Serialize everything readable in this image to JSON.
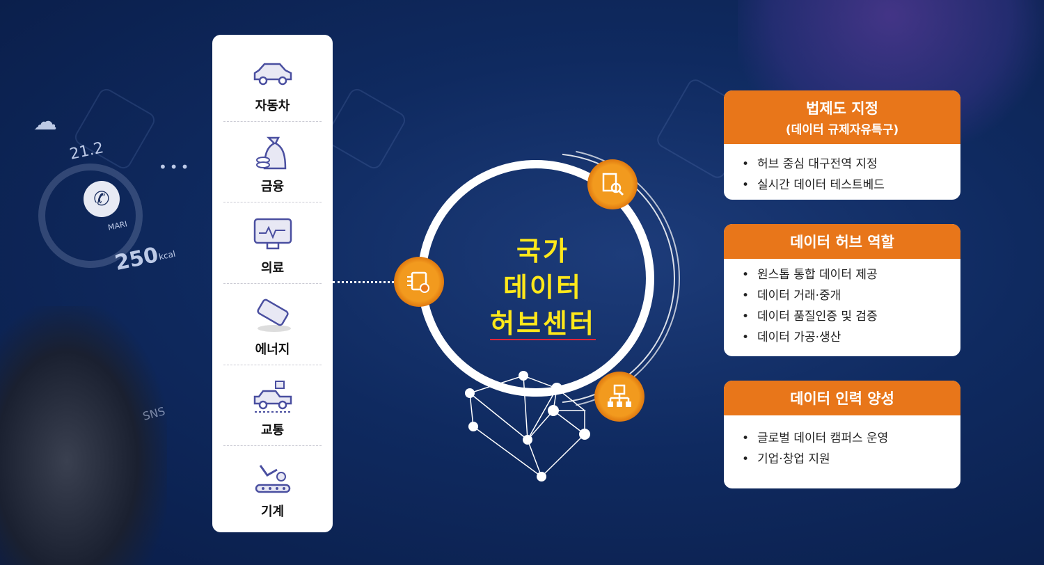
{
  "background": {
    "temp": "21.2",
    "name": "MARI",
    "kcal_value": "250",
    "kcal_unit": "kcal",
    "sns": "SNS"
  },
  "industries": [
    {
      "label": "자동차",
      "icon": "car-icon"
    },
    {
      "label": "금융",
      "icon": "money-bag-icon"
    },
    {
      "label": "의료",
      "icon": "medical-monitor-icon"
    },
    {
      "label": "에너지",
      "icon": "battery-icon"
    },
    {
      "label": "교통",
      "icon": "vehicle-icon"
    },
    {
      "label": "기계",
      "icon": "robot-arm-icon"
    }
  ],
  "center": {
    "line1": "국가",
    "line2": "데이터",
    "line3": "허브센터"
  },
  "panels": [
    {
      "title": "법제도 지정",
      "subtitle": "(데이터 규제자유특구)",
      "items": [
        "허브 중심 대구전역 지정",
        "실시간 데이터 테스트베드"
      ]
    },
    {
      "title": "데이터 허브 역할",
      "items": [
        "원스톱 통합 데이터 제공",
        "데이터 거래·중개",
        "데이터 품질인증 및 검증",
        "데이터 가공·생산"
      ]
    },
    {
      "title": "데이터 인력 양성",
      "items": [
        "글로벌 데이터 캠퍼스 운영",
        "기업·창업 지원"
      ]
    }
  ],
  "colors": {
    "accent": "#e8761a",
    "title": "#ffe81a",
    "bg": "#0f2a60"
  }
}
